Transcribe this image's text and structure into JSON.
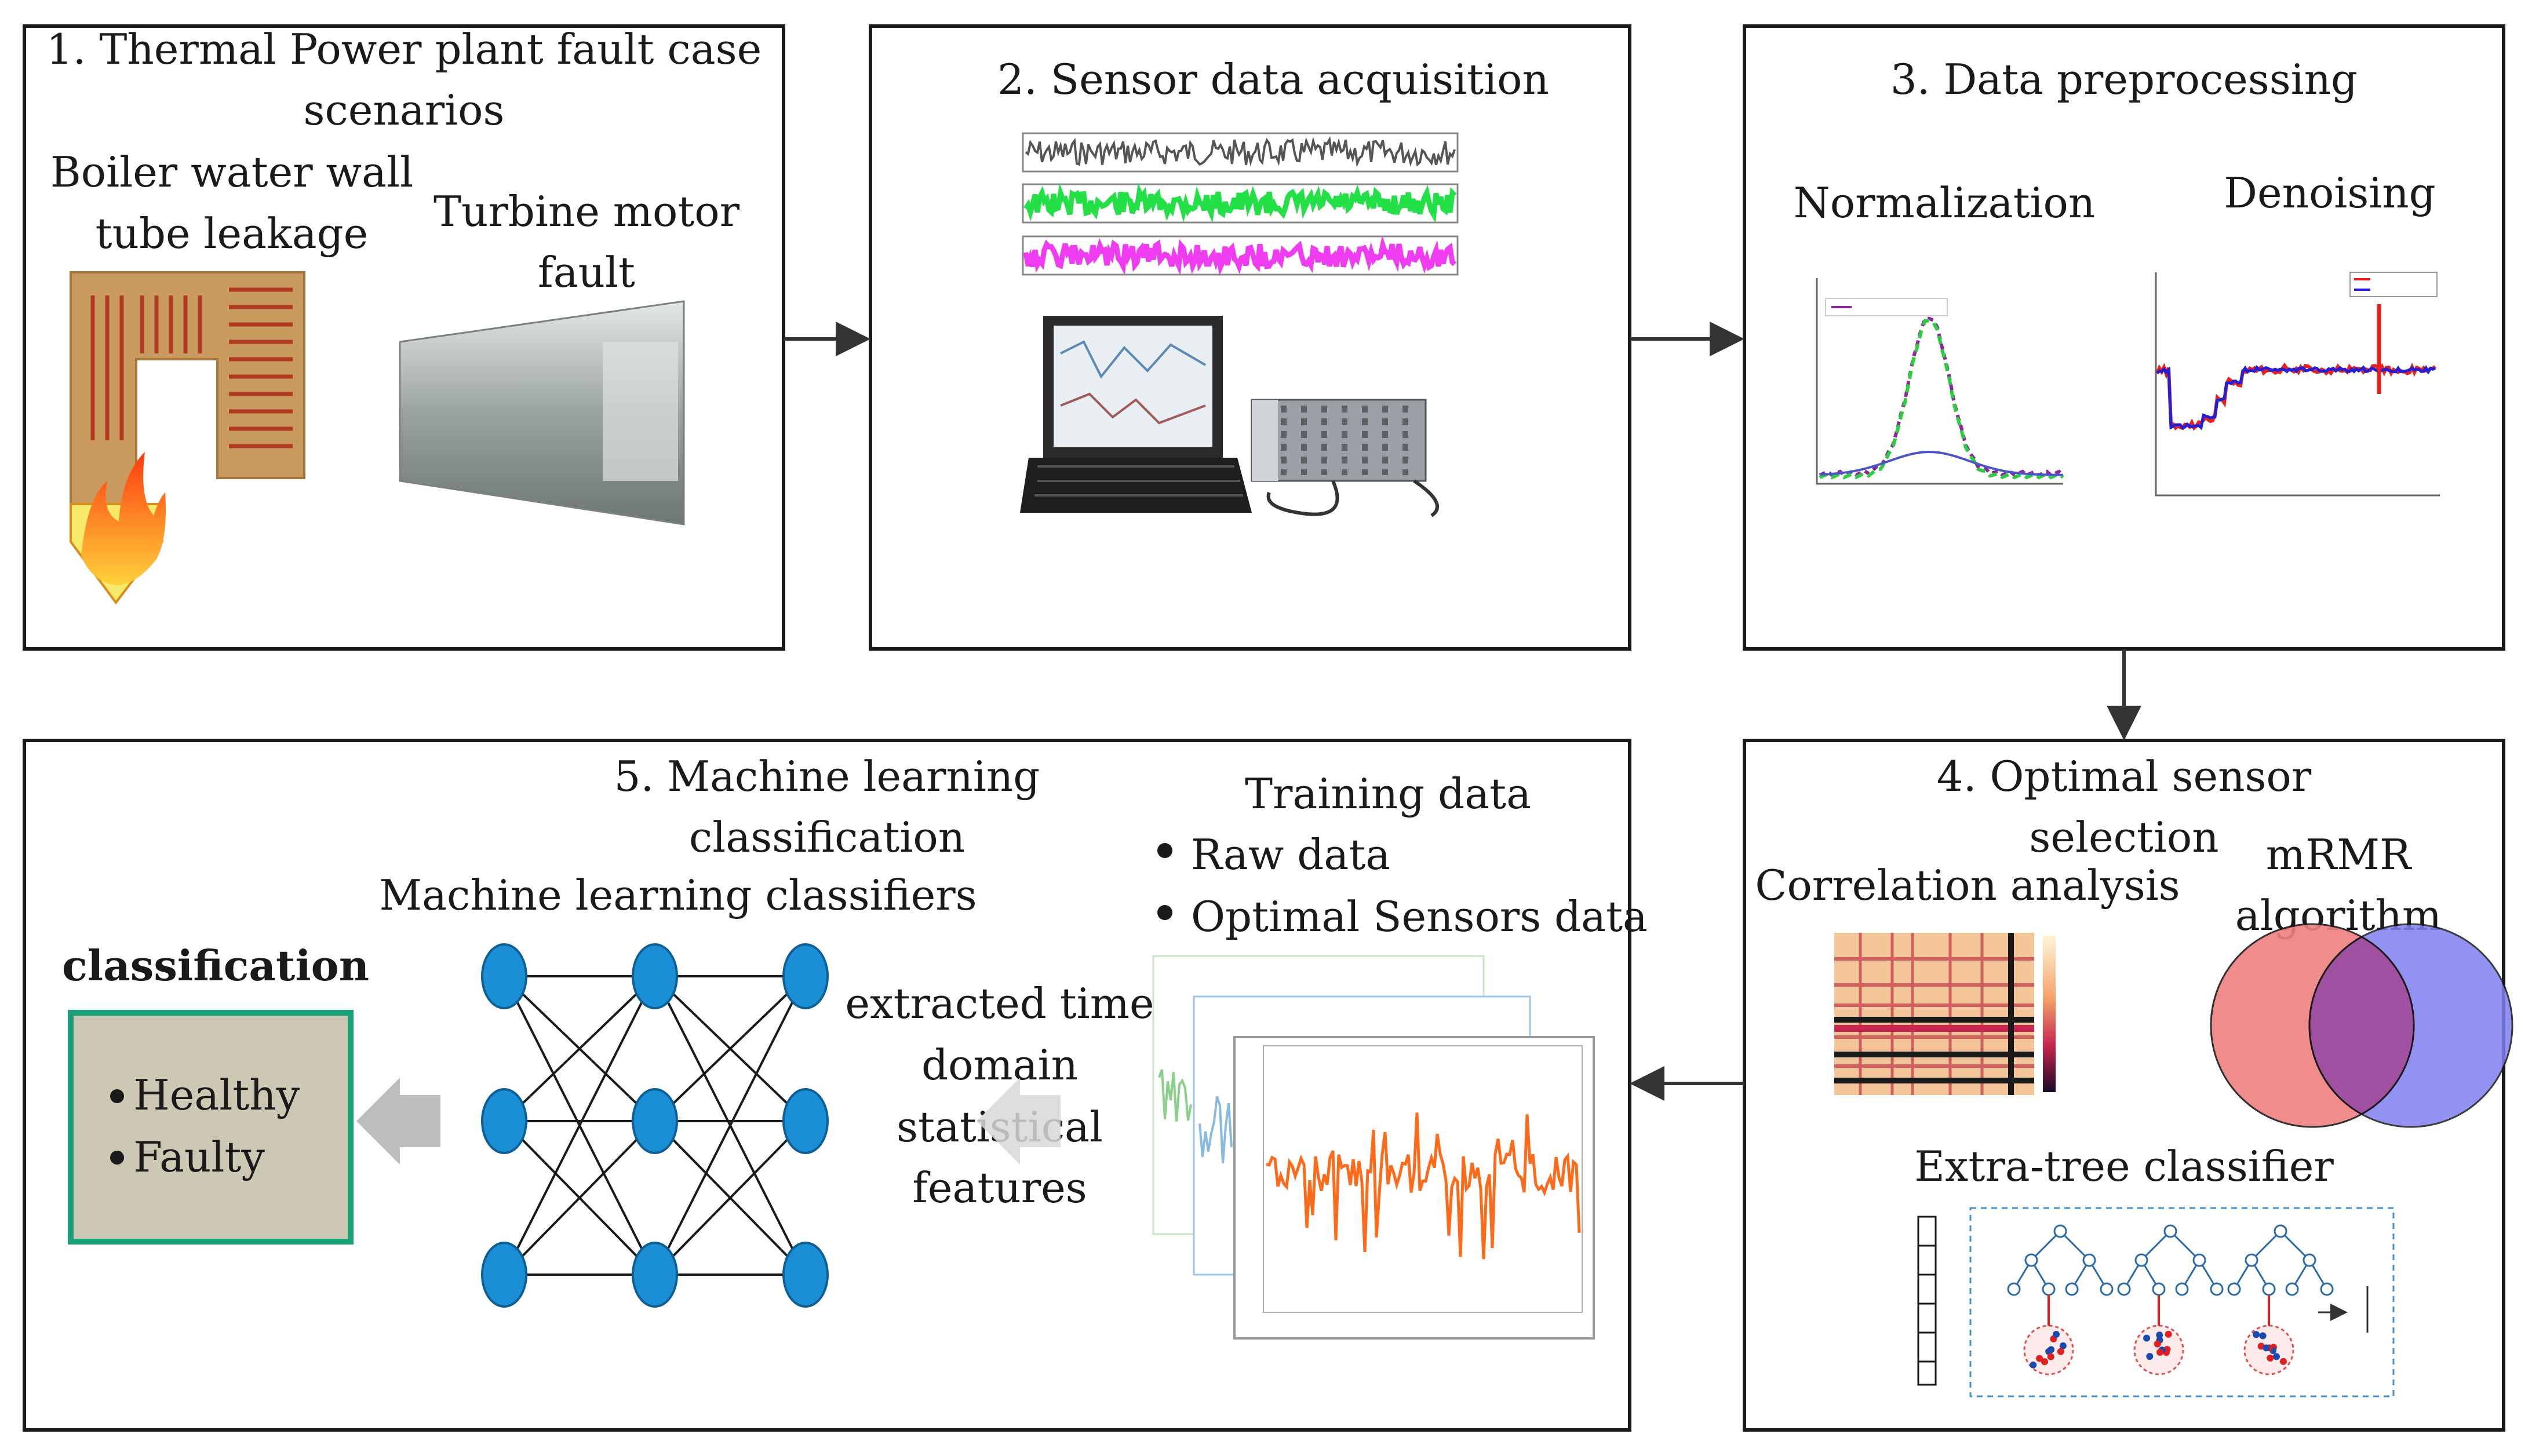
{
  "panels": {
    "p1": {
      "title_line1": "1. Thermal Power plant fault case",
      "title_line2": "scenarios",
      "boiler_line1": "Boiler water wall",
      "boiler_line2": "tube leakage",
      "turbine_line1": "Turbine motor",
      "turbine_line2": "fault"
    },
    "p2": {
      "title": "2. Sensor data acquisition"
    },
    "p3": {
      "title": "3. Data preprocessing",
      "normalization": "Normalization",
      "denoising": "Denoising"
    },
    "p4": {
      "title_line1": "4. Optimal sensor",
      "title_line2": "selection",
      "correlation": "Correlation analysis",
      "mrmr_line1": "mRMR",
      "mrmr_line2": "algorithm",
      "extra_tree": "Extra-tree classifier"
    },
    "p5": {
      "title_line1": "5. Machine learning",
      "title_line2": "classification",
      "classifiers": "Machine learning classifiers",
      "classification": "classification",
      "classes": [
        "Healthy",
        "Faulty"
      ],
      "training_title": "Training data",
      "training_items": [
        "Raw data",
        "Optimal Sensors data"
      ],
      "features_lines": [
        "extracted time",
        "domain",
        "statistical",
        "features"
      ]
    }
  },
  "colors": {
    "border": "#1a1a1a",
    "boiler": "#c89a5e",
    "boiler_tube": "#b03a22",
    "flame_outer": "#f25a1a",
    "flame_inner": "#ffe04a",
    "turbine": "#9aa3a0",
    "signal_gray": "#555555",
    "signal_green": "#22e045",
    "signal_magenta": "#f03cf0",
    "nn_node": "#1b8fd6",
    "class_box_fill": "#cdc8b4",
    "class_box_border": "#1aa079",
    "venn_left": "#f08080",
    "venn_right": "#8080f0",
    "orange_signal": "#ff6a1a",
    "arrow_gray": "#bdbdbd"
  }
}
